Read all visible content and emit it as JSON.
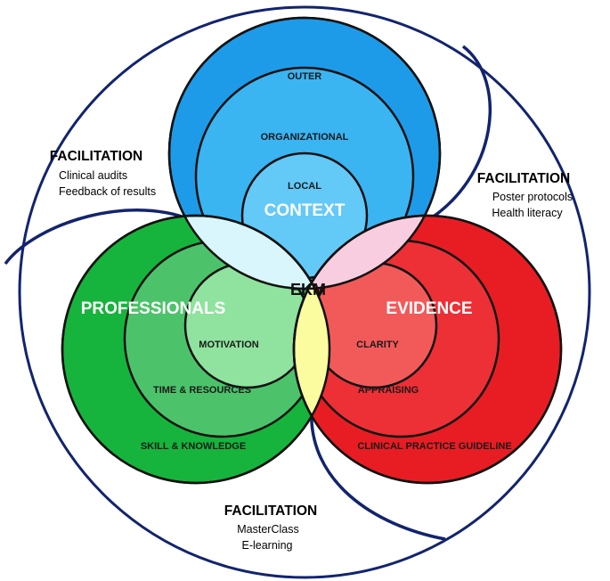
{
  "colors": {
    "context_outer": "#1e9be8",
    "context_mid": "#3bb4f2",
    "context_inner": "#63c9f7",
    "professionals_outer": "#16b43c",
    "professionals_mid": "#4cc36a",
    "professionals_inner": "#8fe39e",
    "evidence_outer": "#e81d23",
    "evidence_mid": "#ec3036",
    "evidence_inner": "#f25a5a",
    "overlap_context_professionals": "#d8f6fb",
    "overlap_context_evidence": "#f9cde0",
    "overlap_professionals_evidence": "#fbfba0",
    "arrow": "#12246e",
    "outline": "#12246e"
  },
  "context": {
    "title": "CONTEXT",
    "outer": "OUTER",
    "middle": "ORGANIZATIONAL",
    "inner": "LOCAL"
  },
  "professionals": {
    "title": "PROFESSIONALS",
    "outer": "SKILL & KNOWLEDGE",
    "middle": "TIME & RESOURCES",
    "inner": "MOTIVATION"
  },
  "evidence": {
    "title": "EVIDENCE",
    "outer": "CLINICAL PRACTICE GUIDELINE",
    "middle": "APPRAISING",
    "inner": "CLARITY"
  },
  "center": "EKM",
  "facilitation_left": {
    "title": "FACILITATION",
    "items": [
      "Clinical audits",
      "Feedback of results"
    ]
  },
  "facilitation_right": {
    "title": "FACILITATION",
    "items": [
      "Poster protocols",
      "Health literacy"
    ]
  },
  "facilitation_bottom": {
    "title": "FACILITATION",
    "items": [
      "MasterClass",
      "E-learning"
    ]
  }
}
